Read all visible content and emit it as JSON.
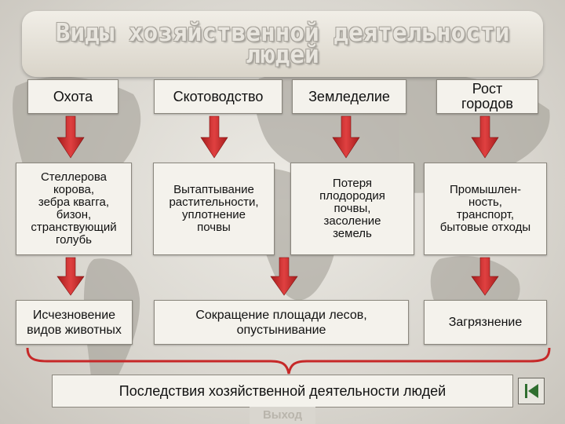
{
  "title": "Виды хозяйственной деятельности людей",
  "activities": [
    {
      "label": "Охота"
    },
    {
      "label": "Скотоводство"
    },
    {
      "label": "Земледелие"
    },
    {
      "label": "Рост\nгородов"
    }
  ],
  "effects": [
    {
      "label": "Стеллерова\nкорова,\nзебра квагга,\nбизон,\nстранствующий\nголубь"
    },
    {
      "label": "Вытаптывание\nрастительности,\nуплотнение\nпочвы"
    },
    {
      "label": "Потеря\nплодородия\nпочвы,\nзасоление\nземель"
    },
    {
      "label": "Промышлен-\nность,\nтранспорт,\nбытовые отходы"
    }
  ],
  "consequences": [
    {
      "label": "Исчезновение\nвидов животных"
    },
    {
      "label": "Сокращение площади лесов,\nопустынивание"
    },
    {
      "label": "Загрязнение"
    }
  ],
  "summary": "Последствия хозяйственной деятельности  людей",
  "exit_label": "Выход",
  "colors": {
    "arrow": "#c62828",
    "brace": "#c62828",
    "box_border": "#8b877e"
  },
  "nav_icon": "first-slide-icon"
}
